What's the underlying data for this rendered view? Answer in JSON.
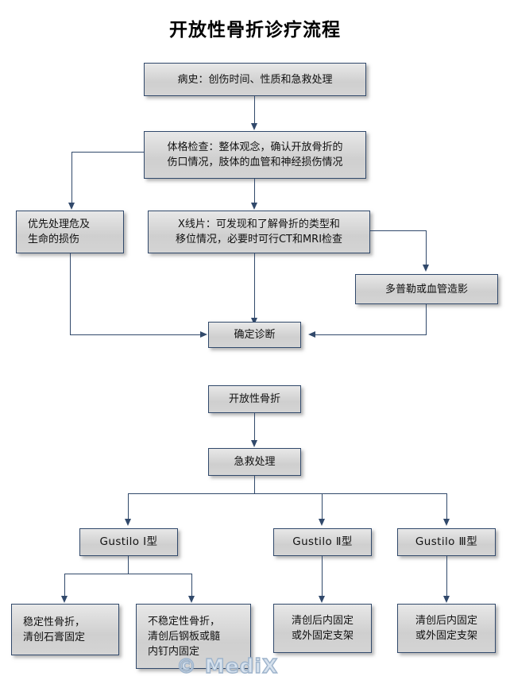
{
  "page": {
    "title": "开放性骨折诊疗流程",
    "watermark": "© MediX",
    "background": "#ffffff",
    "line_color": "#31496b",
    "node_border_color": "#31496b",
    "node_fill_top": "#e8e8e8",
    "node_fill_bottom": "#cfcfcf",
    "watermark_color": "#d7e2ee"
  },
  "diagnosis_flow": {
    "nodes": {
      "history": "病史：创伤时间、性质和急救处理",
      "physical_exam": "体格检查：整体观念，确认开放骨折的\n伤口情况，肢体的血管和神经损伤情况",
      "life_threat": "优先处理危及\n生命的损伤",
      "xray": "X线片：可发现和了解骨折的类型和\n移位情况，必要时可行CT和MRI检查",
      "doppler": "多普勒或血管造影",
      "diagnosis": "确定诊断"
    }
  },
  "treatment_flow": {
    "nodes": {
      "open_fracture": "开放性骨折",
      "emergency_care": "急救处理",
      "gustilo_1": "Gustilo Ⅰ型",
      "gustilo_2": "Gustilo Ⅱ型",
      "gustilo_3": "Gustilo Ⅲ型",
      "stable_fracture": "稳定性骨折，\n清创石膏固定",
      "unstable_fracture": "不稳定性骨折，\n清创后钢板或髓\n内钉内固定",
      "gustilo_2_treatment": "清创后内固定\n或外固定支架",
      "gustilo_3_treatment": "清创后内固定\n或外固定支架"
    }
  }
}
